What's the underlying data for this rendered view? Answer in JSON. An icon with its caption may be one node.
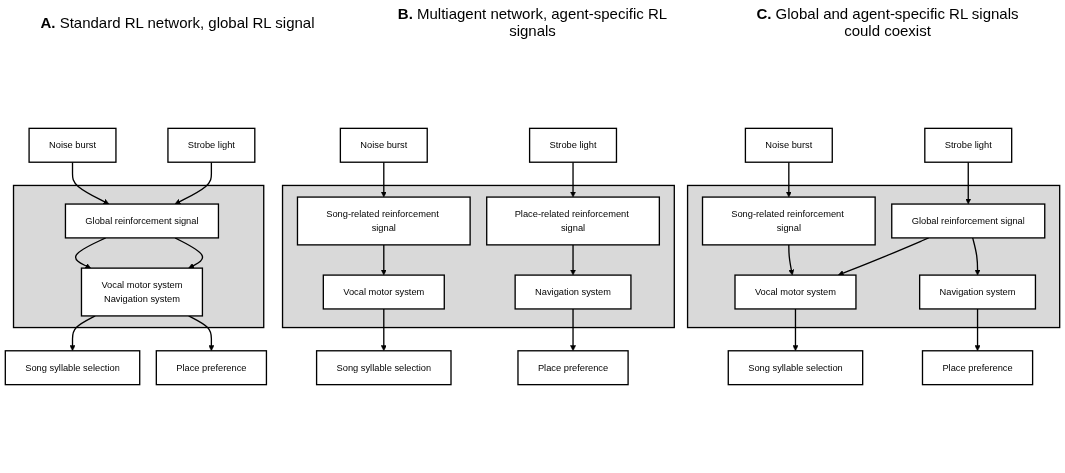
{
  "diagram": {
    "nodes": [
      {
        "text": [
          "Noise burst"
        ]
      },
      {
        "text": [
          "Strobe light"
        ]
      },
      {
        "text": [],
        "shape": "box"
      },
      {
        "text": [
          "Global reinforcement signal"
        ],
        "in": 2
      },
      {
        "text": [
          "Vocal motor system",
          "Navigation system"
        ],
        "in": 2
      },
      {
        "text": [
          "Song syllable selection"
        ]
      },
      {
        "text": [
          "Place preference"
        ]
      },
      {
        "text": [
          "Noise burst"
        ]
      },
      {
        "text": [
          "Strobe light"
        ]
      },
      {
        "text": [],
        "shape": "box"
      },
      {
        "text": [
          "Song-related reinforcement signal"
        ],
        "in": 9
      },
      {
        "text": [
          "Place-related reinforcement signal"
        ],
        "in": 9
      },
      {
        "text": [
          "Vocal motor system"
        ],
        "in": 9
      },
      {
        "text": [
          "Navigation system"
        ],
        "in": 9
      },
      {
        "text": [
          "Song syllable selection"
        ]
      },
      {
        "text": [
          "Place preference"
        ]
      },
      {
        "text": [
          "Noise burst"
        ]
      },
      {
        "text": [
          "Strobe light"
        ]
      },
      {
        "text": [],
        "shape": "box"
      },
      {
        "text": [
          "Song-related reinforcement signal"
        ],
        "in": 18
      },
      {
        "text": [
          "Global reinforcement signal"
        ],
        "in": 18
      },
      {
        "text": [
          "Vocal motor system"
        ],
        "in": 18
      },
      {
        "text": [
          "Navigation system"
        ],
        "in": 18
      },
      {
        "text": [
          "Song syllable selection"
        ]
      },
      {
        "text": [
          "Place preference"
        ]
      }
    ],
    "edges": [
      {
        "from": 0,
        "to": 3,
        "arrow": "to"
      },
      {
        "from": 1,
        "to": 3,
        "arrow": "to"
      },
      {
        "from": 3,
        "to": 4,
        "arrow": "to"
      },
      {
        "from": 3,
        "to": 4,
        "arrow": "to"
      },
      {
        "from": 4,
        "to": 5,
        "arrow": "to"
      },
      {
        "from": 4,
        "to": 6,
        "arrow": "to"
      },
      {
        "from": 7,
        "to": 10,
        "arrow": "to"
      },
      {
        "from": 8,
        "to": 11,
        "arrow": "to"
      },
      {
        "from": 10,
        "to": 12,
        "arrow": "to"
      },
      {
        "from": 11,
        "to": 13,
        "arrow": "to"
      },
      {
        "from": 12,
        "to": 14,
        "arrow": "to"
      },
      {
        "from": 13,
        "to": 15,
        "arrow": "to"
      },
      {
        "from": 16,
        "to": 19,
        "arrow": "to"
      },
      {
        "from": 17,
        "to": 20,
        "arrow": "to"
      },
      {
        "from": 19,
        "to": 21,
        "arrow": "to"
      },
      {
        "from": 20,
        "to": 21,
        "arrow": "to"
      },
      {
        "from": 20,
        "to": 22,
        "arrow": "to"
      },
      {
        "from": 21,
        "to": 23,
        "arrow": "to"
      },
      {
        "from": 22,
        "to": 24,
        "arrow": "to"
      }
    ],
    "labels": [
      "**A.** Standard RL network, global RL signal",
      "**B.** Multiagent network, agent-specific RL signals",
      "**C.** Global and agent-specific RL signals could coexist"
    ]
  }
}
